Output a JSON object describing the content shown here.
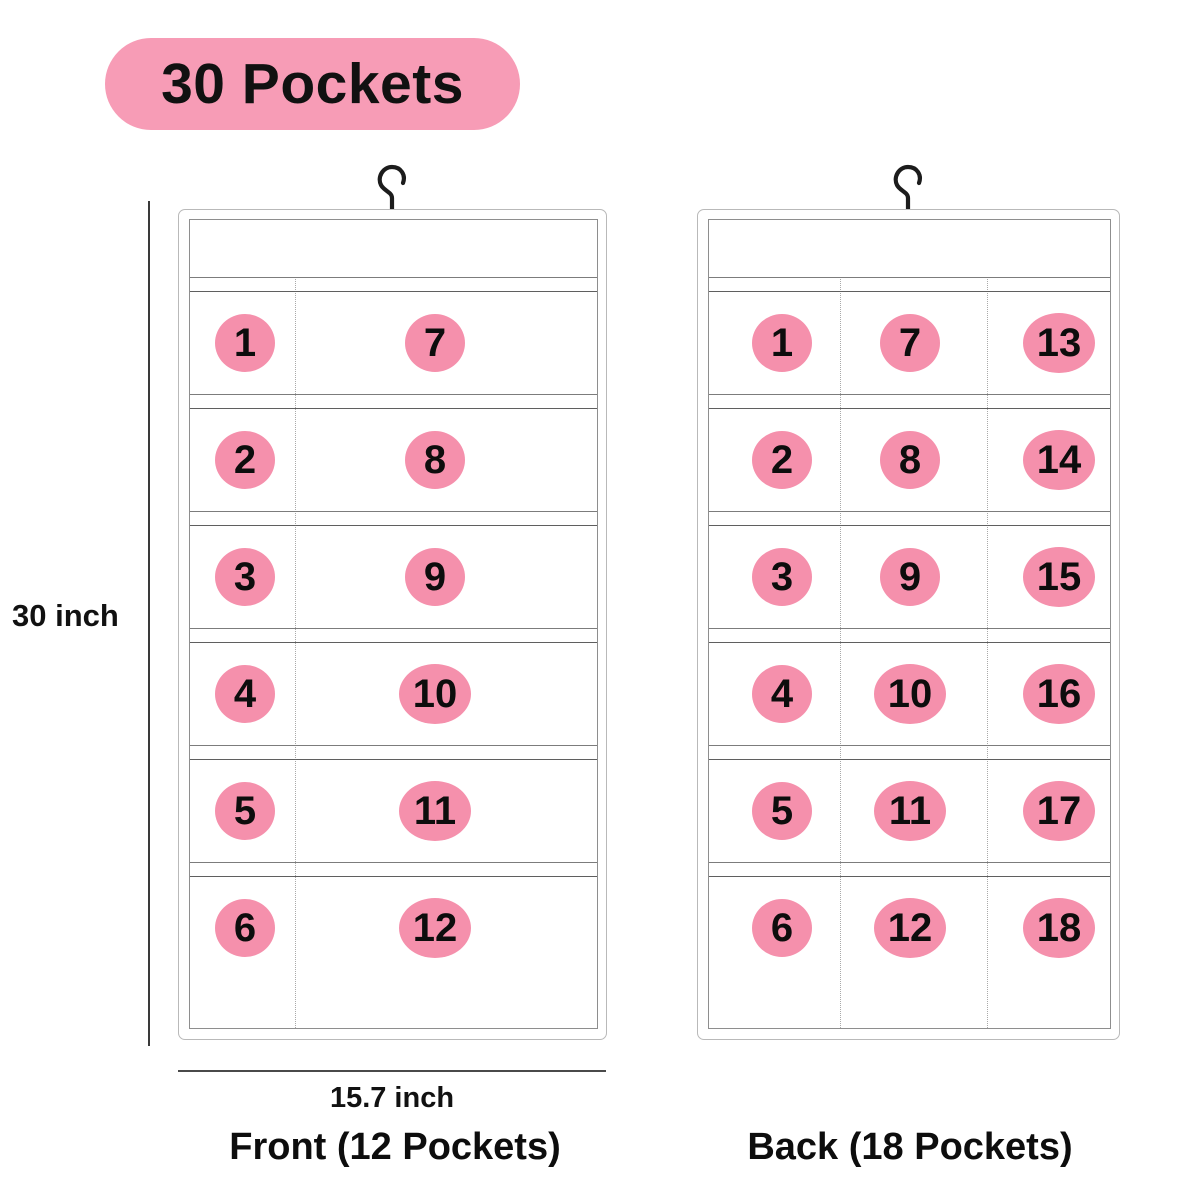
{
  "badge": {
    "label": "30 Pockets",
    "pill_color": "#F79CB6",
    "text_color": "#111111"
  },
  "measurements": {
    "height_label": "30 inch",
    "width_label": "15.7 inch",
    "rule_color": "#3a3a3a"
  },
  "colors": {
    "pocket_circle": "#F590AC",
    "pocket_number": "#0d0d0d",
    "panel_border": "#8e8e8e",
    "panel_outer_border": "#b9b9b9",
    "divider": "#7c7c7c",
    "dotted_separator": "#a9a9a9",
    "background": "#ffffff"
  },
  "panels": [
    {
      "id": "front",
      "caption": "Front (12 Pockets)",
      "pocket_count": 12,
      "columns": 2,
      "rows": 6,
      "hanger_icon": "hanger-hook-icon",
      "grid": [
        [
          "1",
          "7"
        ],
        [
          "2",
          "8"
        ],
        [
          "3",
          "9"
        ],
        [
          "4",
          "10"
        ],
        [
          "5",
          "11"
        ],
        [
          "6",
          "12"
        ]
      ]
    },
    {
      "id": "back",
      "caption": "Back (18 Pockets)",
      "pocket_count": 18,
      "columns": 3,
      "rows": 6,
      "hanger_icon": "hanger-hook-icon",
      "grid": [
        [
          "1",
          "7",
          "13"
        ],
        [
          "2",
          "8",
          "14"
        ],
        [
          "3",
          "9",
          "15"
        ],
        [
          "4",
          "10",
          "16"
        ],
        [
          "5",
          "11",
          "17"
        ],
        [
          "6",
          "12",
          "18"
        ]
      ]
    }
  ],
  "total_pockets": 30
}
